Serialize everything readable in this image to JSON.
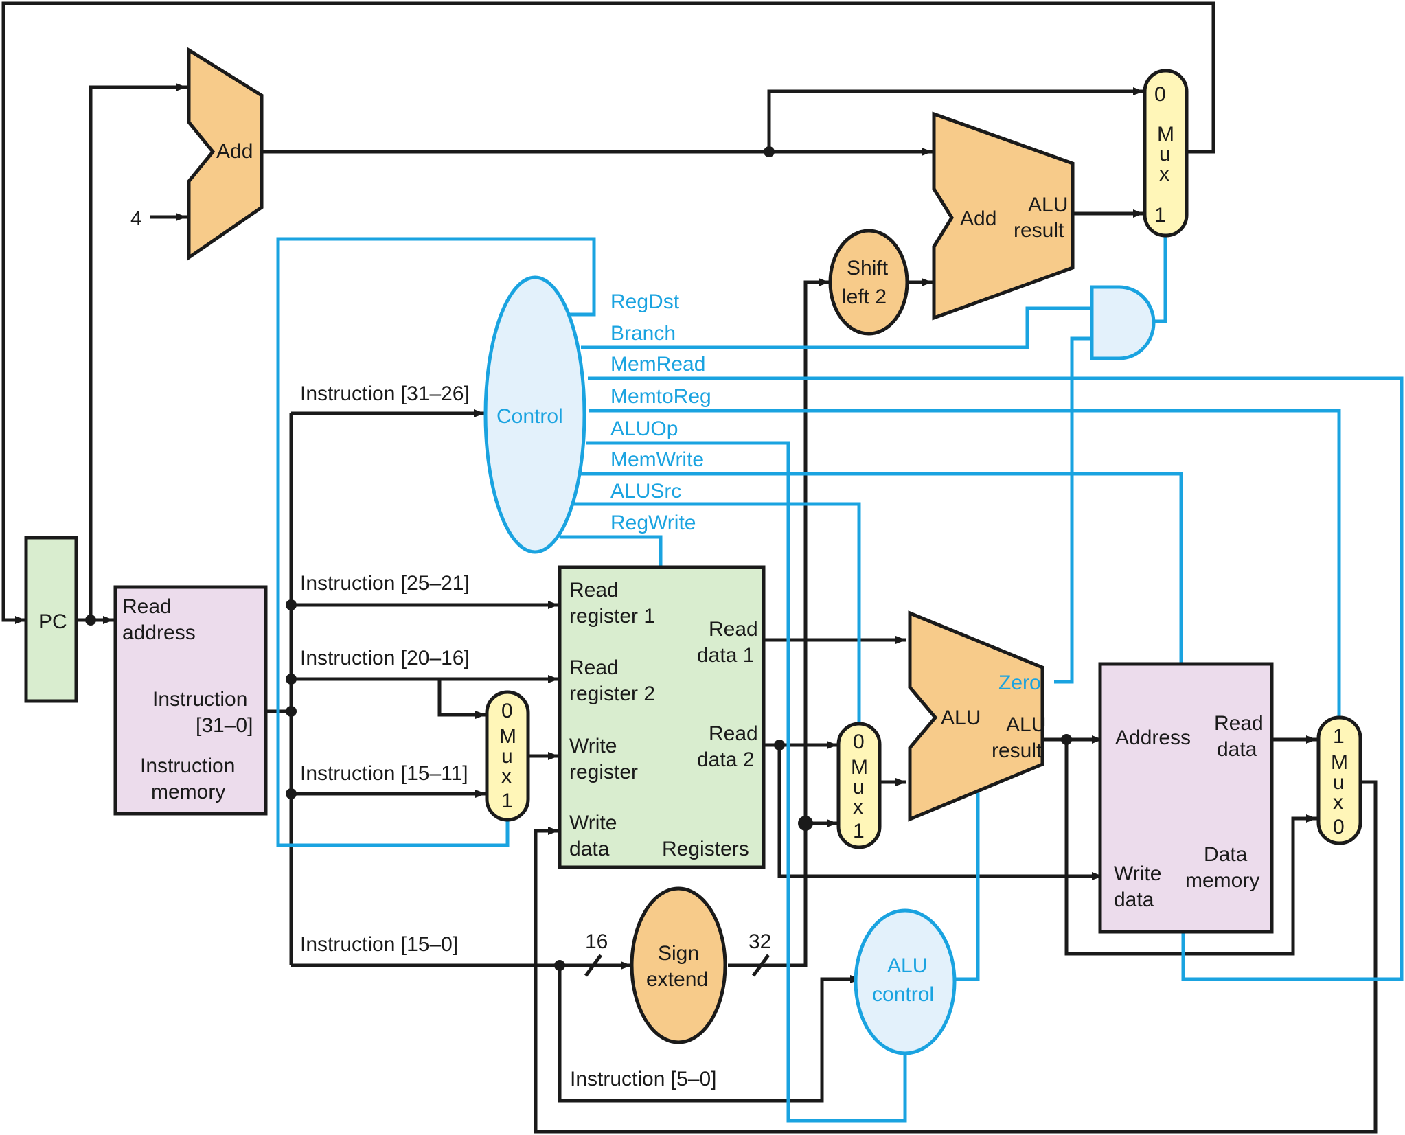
{
  "pc": {
    "label": "PC"
  },
  "adders": {
    "pc_add": {
      "label": "Add",
      "const_input": "4"
    },
    "branch_add": {
      "label": "Add",
      "result_line1": "ALU",
      "result_line2": "result"
    }
  },
  "shift_left": {
    "line1": "Shift",
    "line2": "left 2"
  },
  "instruction_memory": {
    "read_address_line1": "Read",
    "read_address_line2": "address",
    "instruction_line1": "Instruction",
    "instruction_line2": "[31–0]",
    "name_line1": "Instruction",
    "name_line2": "memory"
  },
  "control": {
    "label": "Control",
    "signals": [
      "RegDst",
      "Branch",
      "MemRead",
      "MemtoReg",
      "ALUOp",
      "MemWrite",
      "ALUSrc",
      "RegWrite"
    ]
  },
  "instruction_fields": {
    "f31_26": "Instruction [31–26]",
    "f25_21": "Instruction [25–21]",
    "f20_16": "Instruction [20–16]",
    "f15_11": "Instruction [15–11]",
    "f15_0": "Instruction [15–0]",
    "f5_0": "Instruction [5–0]"
  },
  "registers": {
    "read_reg1_line1": "Read",
    "read_reg1_line2": "register 1",
    "read_reg2_line1": "Read",
    "read_reg2_line2": "register 2",
    "write_reg_line1": "Write",
    "write_reg_line2": "register",
    "write_data_line1": "Write",
    "write_data_line2": "data",
    "read_data1_line1": "Read",
    "read_data1_line2": "data 1",
    "read_data2_line1": "Read",
    "read_data2_line2": "data 2",
    "name": "Registers"
  },
  "alu": {
    "label": "ALU",
    "zero": "Zero",
    "result_line1": "ALU",
    "result_line2": "result"
  },
  "data_memory": {
    "address": "Address",
    "read_data_line1": "Read",
    "read_data_line2": "data",
    "write_data_line1": "Write",
    "write_data_line2": "data",
    "name_line1": "Data",
    "name_line2": "memory"
  },
  "sign_extend": {
    "line1": "Sign",
    "line2": "extend",
    "in_width": "16",
    "out_width": "32"
  },
  "alu_control": {
    "line1": "ALU",
    "line2": "control"
  },
  "muxes": {
    "regdst": {
      "top": "0",
      "m": "M",
      "u": "u",
      "x": "x",
      "bottom": "1"
    },
    "alusrc": {
      "top": "0",
      "m": "M",
      "u": "u",
      "x": "x",
      "bottom": "1"
    },
    "pcsrc": {
      "top": "0",
      "m": "M",
      "u": "u",
      "x": "x",
      "bottom": "1"
    },
    "memtoreg": {
      "top": "1",
      "m": "M",
      "u": "u",
      "x": "x",
      "bottom": "0"
    }
  },
  "colors": {
    "wire": "#1a1a1a",
    "control_wire": "#1aa3e0",
    "adder_alu": "#f7cb8a",
    "registers_pc": "#d9edcf",
    "memory": "#ecdcec",
    "mux": "#fff6b8",
    "control_unit": "#e3f1fb"
  }
}
